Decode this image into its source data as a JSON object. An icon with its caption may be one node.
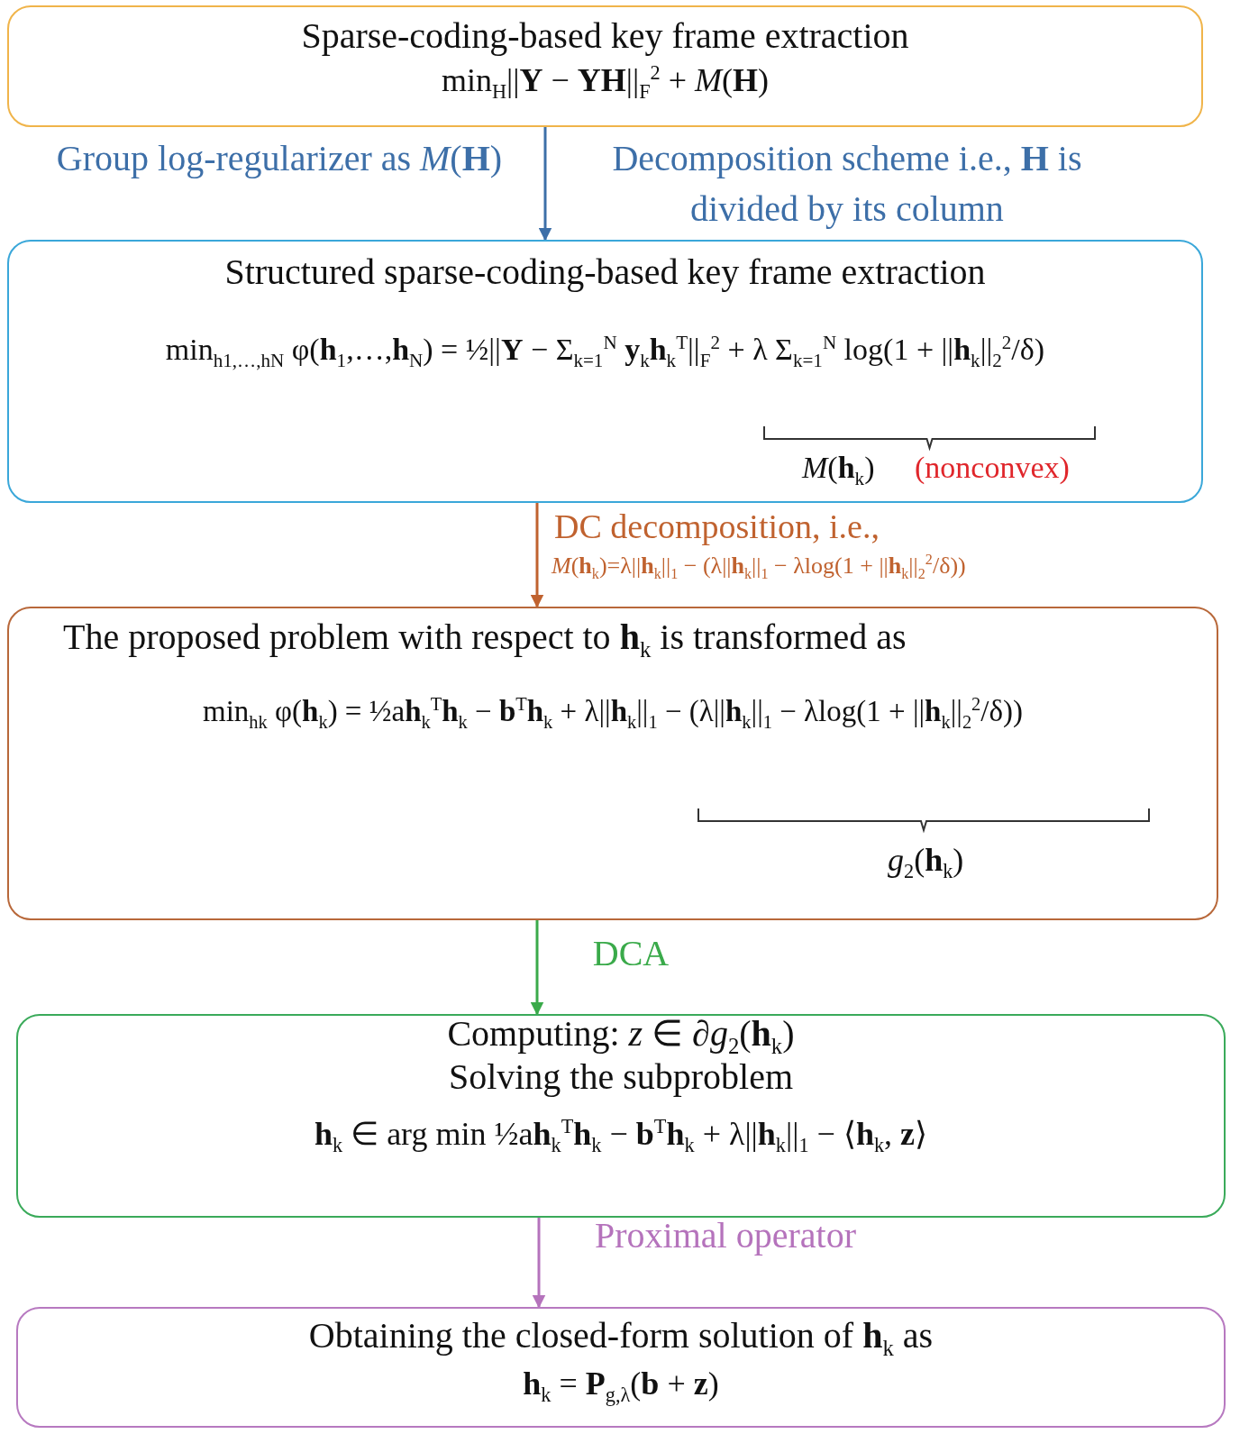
{
  "diagram": {
    "nodes": [
      {
        "text": [
          "Sparse-coding-based key frame extraction",
          "min$_{H}$||**Y** − **YH**||$_{F}$$^{2}$ + *M*(**H**)"
        ]
      },
      {
        "text": [
          "Structured sparse-coding-based key frame extraction",
          "min$_{h1,…,hN}$ φ(**h**$_{1}$,…,**h**$_{N}$) = ½||**Y** − Σ$_{k=1}$$^{N}$ **y**$_{k}$**h**$_{k}$$^{T}$||$_{F}$$^{2}$ + λ Σ$_{k=1}$$^{N}$ log(1 + ||**h**$_{k}$||$_{2}$$^{2}$/δ)",
          "*M*(**h**$_{k}$)",
          "(nonconvex)"
        ]
      },
      {
        "text": [
          "The proposed problem with respect to **h**$_{k}$ is transformed as",
          "min$_{hk}$ φ(**h**$_{k}$) = ½a**h**$_{k}$$^{T}$**h**$_{k}$ − **b**$^{T}$**h**$_{k}$ + λ||**h**$_{k}$||$_{1}$ − (λ||**h**$_{k}$||$_{1}$ − λlog(1 + ||**h**$_{k}$||$_{2}$$^{2}$/δ))",
          "*g*$_{2}$(**h**$_{k}$)"
        ]
      },
      {
        "text": [
          "Computing: *z* ∈ ∂*g*$_{2}$(**h**$_{k}$)",
          "Solving the subproblem",
          "**h**$_{k}$ ∈ arg min ½a**h**$_{k}$$^{T}$**h**$_{k}$ − **b**$^{T}$**h**$_{k}$ + λ||**h**$_{k}$||$_{1}$ − ⟨**h**$_{k}$, **z**⟩"
        ]
      },
      {
        "text": [
          "Obtaining the closed-form solution of **h**$_{k}$ as",
          "**h**$_{k}$ = **P**$_{g,λ}$(**b** + **z**)"
        ]
      }
    ],
    "edges": [
      {
        "from": 0,
        "to": 1,
        "arrow": "to",
        "label": "Group log-regularizer as *M*(**H**)",
        "color": "#3d6fa8"
      },
      {
        "from": 1,
        "to": 2,
        "arrow": "to",
        "label": "DC decomposition, i.e.,",
        "color": "#c0622f"
      },
      {
        "from": 2,
        "to": 3,
        "arrow": "to",
        "label": "DCA",
        "color": "#3aaa4a"
      },
      {
        "from": 3,
        "to": 4,
        "arrow": "to",
        "label": "Proximal operator",
        "color": "#b573bc"
      }
    ],
    "labels": [
      "Decomposition scheme i.e., **H** is divided by its column",
      "*M*(**h**$_{k}$)=λ||**h**$_{k}$||$_{1}$ − (λ||**h**$_{k}$||$_{1}$ − λlog(1 + ||**h**$_{k}$||$_{2}$$^{2}$/δ))"
    ]
  }
}
